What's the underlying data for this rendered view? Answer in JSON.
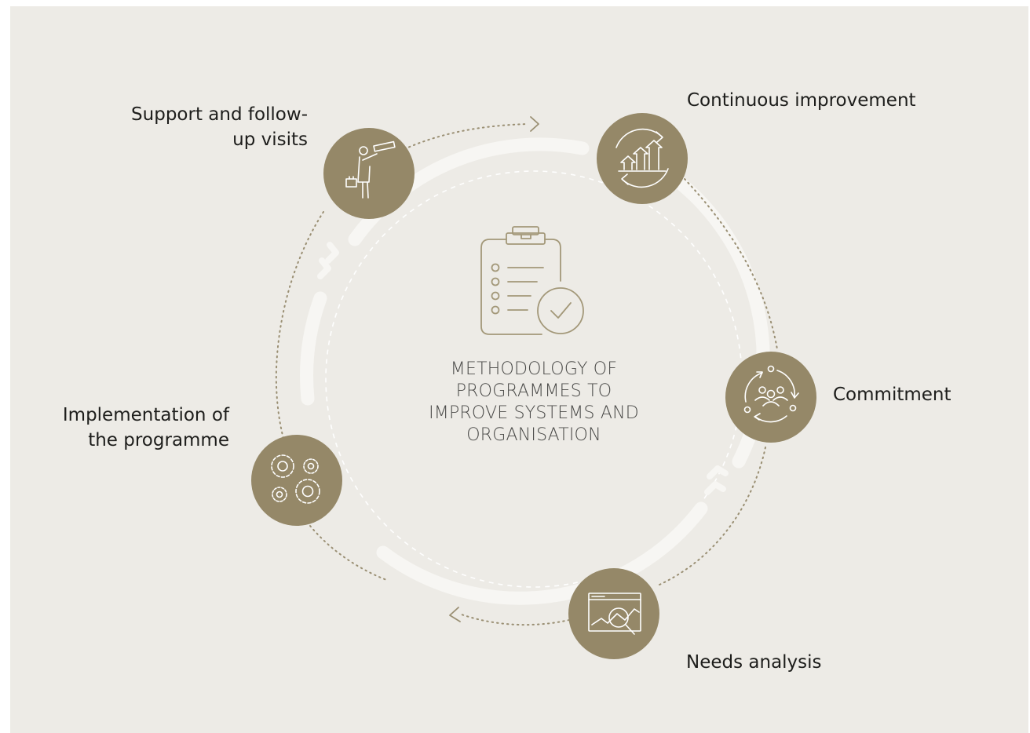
{
  "center": {
    "title": "METHODOLOGY OF\nPROGRAMMES TO\nIMPROVE SYSTEMS AND\nORGANISATION",
    "icon": "clipboard-checklist-icon"
  },
  "steps": [
    {
      "label": "Continuous improvement",
      "icon": "growth-chart-cycle-icon"
    },
    {
      "label": "Commitment",
      "icon": "team-cycle-icon"
    },
    {
      "label": "Needs analysis",
      "icon": "data-analysis-magnifier-icon"
    },
    {
      "label": "Implementation of\nthe programme",
      "icon": "gears-icon"
    },
    {
      "label": "Support and follow-\nup visits",
      "icon": "person-telescope-icon"
    }
  ],
  "colors": {
    "background": "#edebe6",
    "node": "#958868",
    "ring": "#f7f6f3",
    "dots": "#9a8f73",
    "center_icon": "#a39879"
  }
}
